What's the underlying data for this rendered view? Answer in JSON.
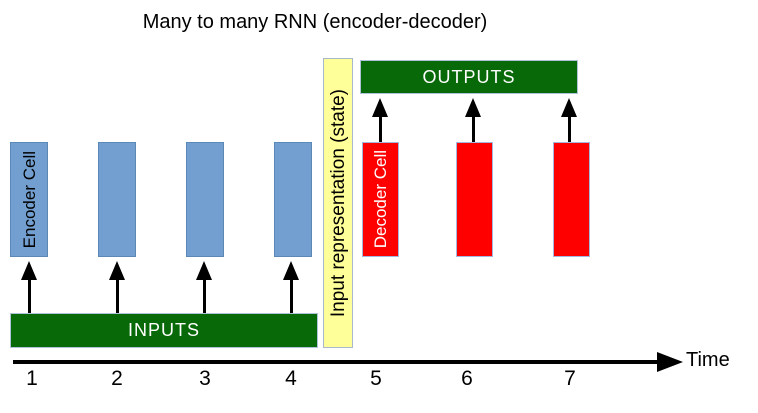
{
  "title": "Many to many RNN (encoder-decoder)",
  "colors": {
    "encoder_cell": "#729FCF",
    "decoder_cell": "#FF0000",
    "state_bar": "#FFFF99",
    "io_bar": "#086908",
    "arrow": "#000000"
  },
  "encoder": {
    "cell_label": "Encoder Cell",
    "cell_count": 4
  },
  "decoder": {
    "cell_label": "Decoder Cell",
    "cell_count": 3
  },
  "state_bar": {
    "label": "Input representation (state)"
  },
  "inputs_bar": {
    "label": "INPUTS"
  },
  "outputs_bar": {
    "label": "OUTPUTS"
  },
  "timeline": {
    "ticks": [
      "1",
      "2",
      "3",
      "4",
      "5",
      "6",
      "7"
    ],
    "axis_label": "Time"
  }
}
